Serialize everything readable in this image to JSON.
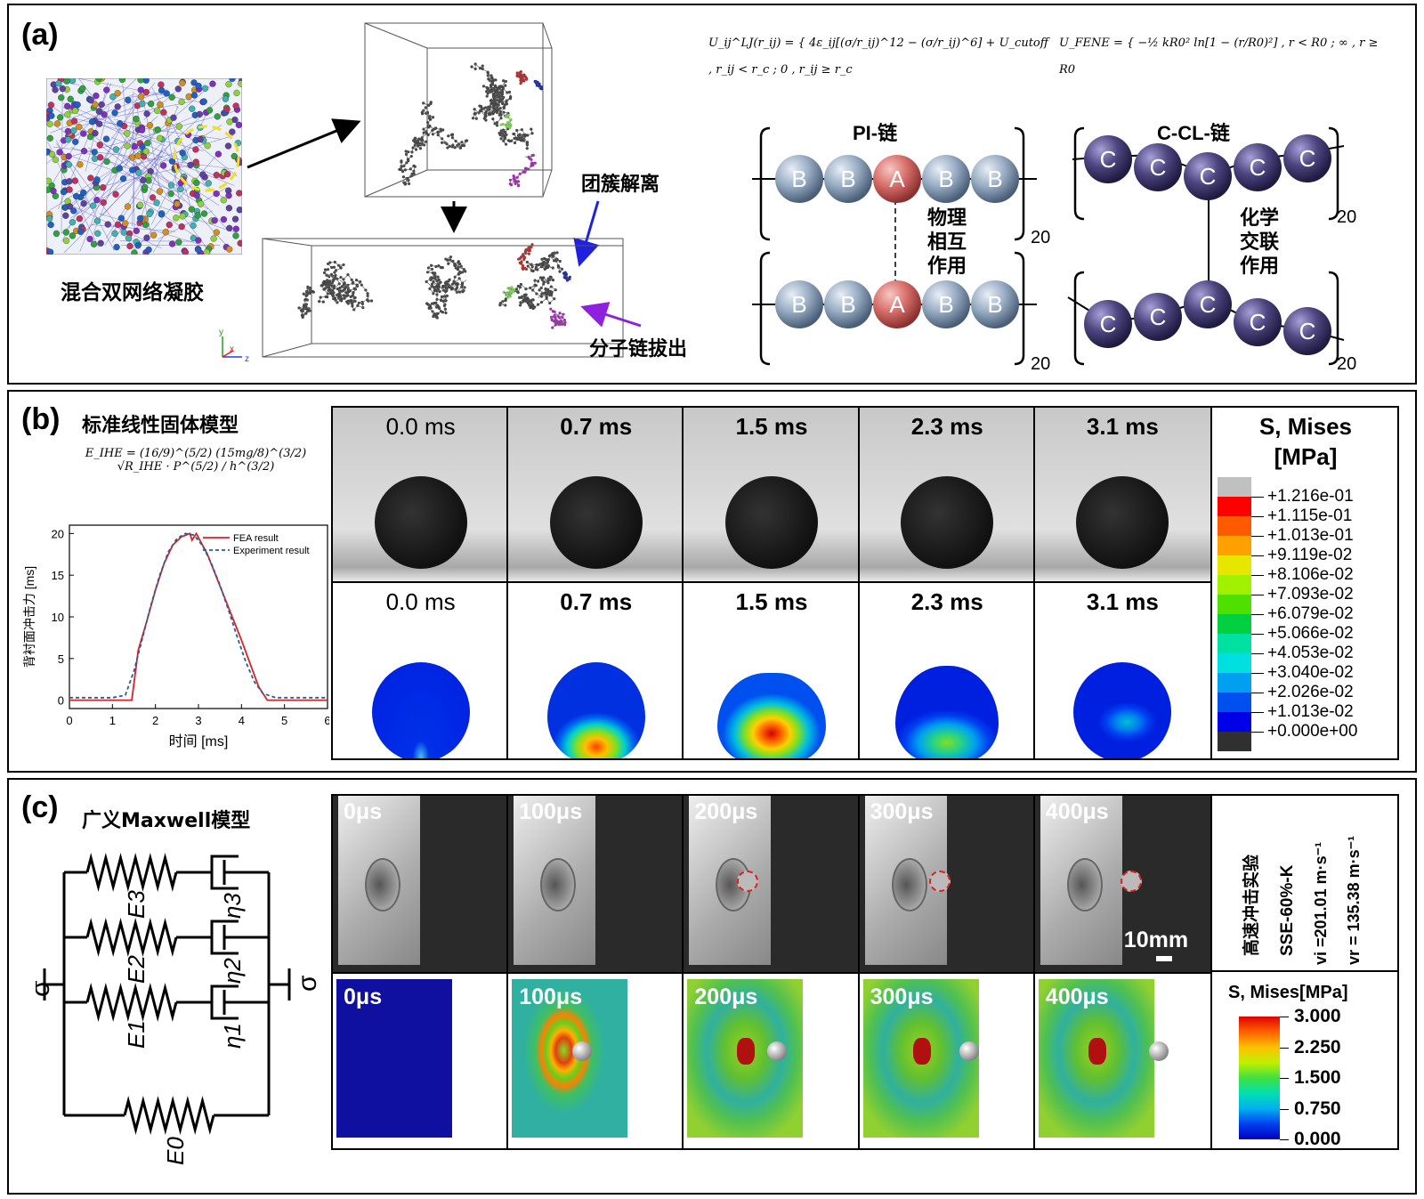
{
  "panel_a": {
    "label": "(a)",
    "hydrogel_caption": "混合双网络凝胶",
    "cluster_label": "团簇解离",
    "pullout_label": "分子链拔出",
    "axes": {
      "y": "y",
      "x": "x",
      "z": "z"
    },
    "eq_lj": "U_ij^LJ(r_ij) = { 4ε_ij[(σ/r_ij)^12 − (σ/r_ij)^6] + U_cutoff , r_ij < r_c ; 0 , r_ij ≥ r_c",
    "eq_fene": "U_FENE = { −½ kR0² ln[1 − (r/R0)²] , r < R0 ; ∞ , r ≥ R0",
    "pi_title": "PI-链",
    "ccl_title": "C-CL-链",
    "pi_beads": [
      "B",
      "B",
      "A",
      "B",
      "B"
    ],
    "ccl_beads": [
      "C",
      "C",
      "C",
      "C",
      "C"
    ],
    "physical": [
      "物理",
      "相互",
      "作用"
    ],
    "chemical": [
      "化学",
      "交联",
      "作用"
    ],
    "repeat": "20",
    "colors": {
      "bead_b": "#9aaec5",
      "bead_a": "#d9706c",
      "bead_c": "#4d4680"
    }
  },
  "panel_b": {
    "label": "(b)",
    "title": "标准线性固体模型",
    "equation": "E_IHE = (16/9)^(5/2) (15mg/8)^(3/2) √R_IHE · P^(5/2) / h^(3/2)",
    "times": [
      "0.0  ms",
      "0.7  ms",
      "1.5  ms",
      "2.3  ms",
      "3.1  ms"
    ],
    "legend_title": [
      "S, Mises",
      "[MPa]"
    ],
    "legend_values": [
      "+1.216e-01",
      "+1.115e-01",
      "+1.013e-01",
      "+9.119e-02",
      "+8.106e-02",
      "+7.093e-02",
      "+6.079e-02",
      "+5.066e-02",
      "+4.053e-02",
      "+3.040e-02",
      "+2.026e-02",
      "+1.013e-02",
      "+0.000e+00"
    ],
    "legend_colors": [
      "#c0c0c0",
      "#ff0000",
      "#ff5a00",
      "#ffa000",
      "#e6e600",
      "#a0f000",
      "#50e000",
      "#00d040",
      "#00e0a0",
      "#00e0e0",
      "#00a0f0",
      "#0050f0",
      "#0000e8",
      "#303030"
    ]
  },
  "chart_data": {
    "type": "line",
    "title": "",
    "xlabel": "时间 [ms]",
    "ylabel": "背衬面冲击力 [ms]",
    "xlim": [
      0,
      6
    ],
    "ylim": [
      -1,
      21
    ],
    "xticks": [
      0,
      1,
      2,
      3,
      4,
      5,
      6
    ],
    "yticks": [
      0,
      5,
      10,
      15,
      20
    ],
    "legend_position": "top-right",
    "series": [
      {
        "name": "FEA  result",
        "color": "#e02020",
        "x": [
          0,
          1.2,
          1.45,
          1.6,
          1.8,
          2.0,
          2.2,
          2.4,
          2.6,
          2.8,
          2.85,
          2.95,
          3.0,
          3.2,
          3.4,
          3.6,
          3.8,
          4.0,
          4.2,
          4.4,
          4.6,
          5.0,
          6.0
        ],
        "y": [
          0,
          0,
          0,
          6.0,
          9.5,
          13.2,
          16.4,
          18.6,
          19.6,
          20.0,
          19.2,
          20.0,
          19.5,
          17.6,
          15.0,
          12.4,
          9.8,
          7.2,
          4.4,
          1.6,
          0,
          0,
          0
        ]
      },
      {
        "name": "Experiment result",
        "color": "#2060a0",
        "x": [
          0,
          1.0,
          1.3,
          1.5,
          1.7,
          1.9,
          2.1,
          2.3,
          2.5,
          2.7,
          2.9,
          3.1,
          3.3,
          3.5,
          3.7,
          3.9,
          4.1,
          4.3,
          4.5,
          4.8,
          5.2,
          6.0
        ],
        "y": [
          0.3,
          0.3,
          0.6,
          3.5,
          7.5,
          11.5,
          15.0,
          17.8,
          19.4,
          20.0,
          19.8,
          18.5,
          16.4,
          13.8,
          10.8,
          7.6,
          4.6,
          2.2,
          0.8,
          0.3,
          0.3,
          0.3
        ]
      }
    ]
  },
  "panel_c": {
    "label": "(c)",
    "title": "广义Maxwell模型",
    "sigma": "σ",
    "springs": [
      "E3",
      "E2",
      "E1",
      "E0"
    ],
    "dashpots": [
      "η3",
      "η2",
      "η1"
    ],
    "times": [
      "0μs",
      "100μs",
      "200μs",
      "300μs",
      "400μs"
    ],
    "scale_bar": "10mm",
    "exp_title": "高速冲击实验",
    "exp_sample": "SSE-60%-K",
    "vi": "vi =201.01 m·s⁻¹",
    "vr": "vr = 135.38 m·s⁻¹",
    "legend_title": "S, Mises[MPa]",
    "legend_values": [
      "3.000",
      "2.250",
      "1.500",
      "0.750",
      "0.000"
    ],
    "legend_colors": [
      "#e00000",
      "#ff6000",
      "#ffc000",
      "#c0f000",
      "#40e040",
      "#00e0b0",
      "#00b0f0",
      "#0040f0",
      "#0000c0"
    ]
  }
}
